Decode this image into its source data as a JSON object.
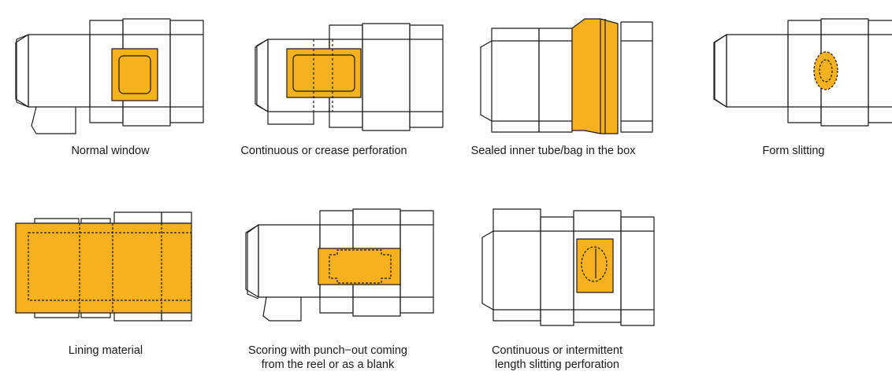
{
  "colors": {
    "fill": "#F7B11E",
    "stroke": "#1a1a1a"
  },
  "items": [
    {
      "id": "normal-window",
      "lines": [
        "Normal window"
      ]
    },
    {
      "id": "continuous-crease-perforation",
      "lines": [
        "Continuous or crease perforation"
      ]
    },
    {
      "id": "sealed-inner-tube",
      "lines": [
        "Sealed inner tube/bag in the box"
      ]
    },
    {
      "id": "form-slitting",
      "lines": [
        "Form slitting"
      ]
    },
    {
      "id": "lining-material",
      "lines": [
        "Lining material"
      ]
    },
    {
      "id": "scoring-punch-out",
      "lines": [
        "Scoring with punch−out coming",
        "from the reel or as a blank"
      ]
    },
    {
      "id": "intermittent-slitting-perforation",
      "lines": [
        "Continuous or intermittent",
        "length slitting perforation"
      ]
    }
  ]
}
